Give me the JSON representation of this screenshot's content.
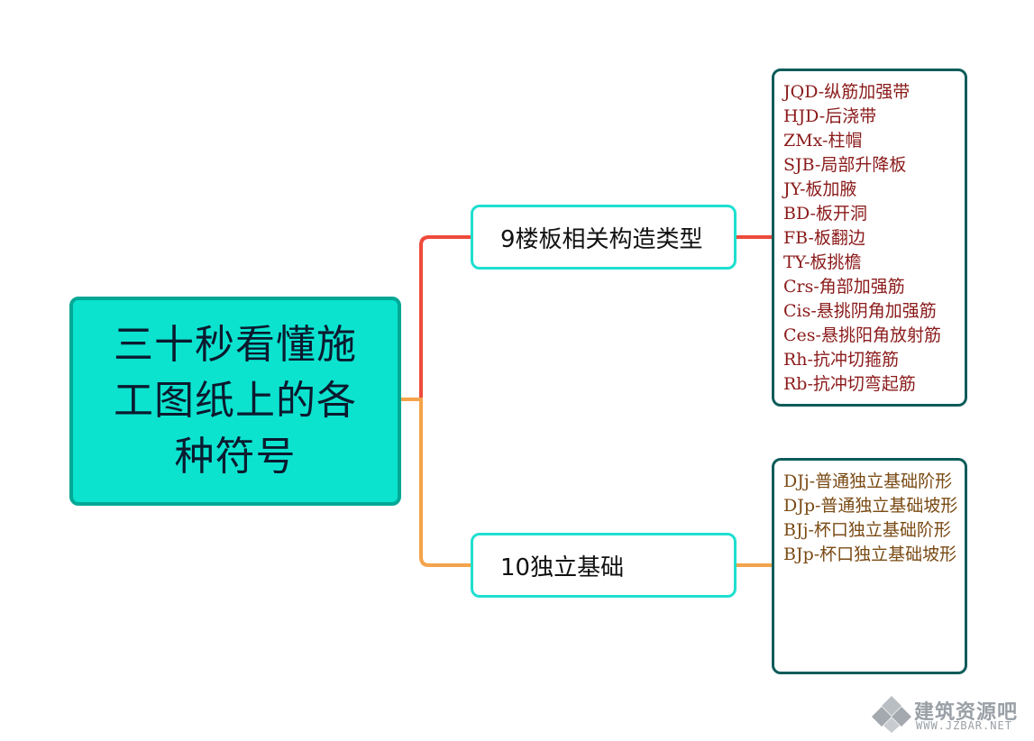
{
  "diagram": {
    "root": {
      "label": "三十秒看懂施工图纸上的各种符号"
    },
    "branches": [
      {
        "label": "9楼板相关构造类型",
        "color": "#ef4a3c",
        "items": [
          "JQD-纵筋加强带",
          "HJD-后浇带",
          "ZMx-柱帽",
          "SJB-局部升降板",
          "JY-板加腋",
          "BD-板开洞",
          "FB-板翻边",
          "TY-板挑檐",
          "Crs-角部加强筋",
          "Cis-悬挑阴角加强筋",
          "Ces-悬挑阳角放射筋",
          "Rh-抗冲切箍筋",
          "Rb-抗冲切弯起筋"
        ]
      },
      {
        "label": "10独立基础",
        "color": "#f4a34a",
        "items": [
          "DJj-普通独立基础阶形",
          "DJp-普通独立基础坡形",
          "BJj-杯口独立基础阶形",
          "BJp-杯口独立基础坡形"
        ]
      }
    ]
  },
  "watermark": {
    "name": "建筑资源吧",
    "url": "WWW.JZBAR.NET"
  },
  "colors": {
    "root_fill": "#0be3cf",
    "root_border": "#00a896",
    "branch_border": "#1edfcf",
    "leaf_border": "#0d5c5a",
    "leaf_text_1": "#8b1a1a",
    "leaf_text_2": "#7a4a14"
  }
}
